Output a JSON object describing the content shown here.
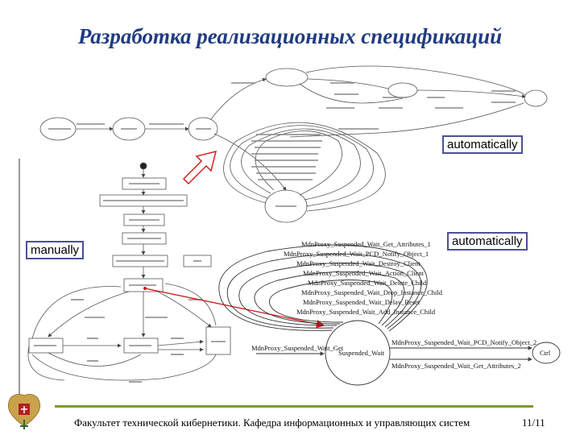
{
  "title": "Разработка реализационных спецификаций",
  "callouts": {
    "auto_top": "automatically",
    "manual": "manually",
    "auto_bottom": "automatically"
  },
  "bottom_diagram": {
    "transitions": [
      "MdnProxy_Suspended_Wait_Get_Attributes_1",
      "MdnProxy_Suspended_Wait_PCD_Notify_Object_1",
      "MdnProxy_Suspended_Wait_Destroy_Client",
      "MdnProxy_Suspended_Wait_Action_Client",
      "MdnProxy_Suspended_Wait_Delete_Child",
      "MdnProxy_Suspended_Wait_Drop_Instance_Child",
      "MdnProxy_Suspended_Wait_Delay_Reset",
      "MdnProxy_Suspended_Wait_Add_Instance_Child"
    ],
    "left_edge": "MdnProxy_Suspended_Wait_Get",
    "right_edges": [
      "MdnProxy_Suspended_Wait_PCD_Notify_Object_2",
      "MdnProxy_Suspended_Wait_Get_Attributes_2"
    ],
    "state_center": "Suspended_Wait",
    "state_right": "Ctrl"
  },
  "footer": {
    "text": "Факультет технической кибернетики. Кафедра информационных и управляющих систем",
    "page": "11/11"
  },
  "colors": {
    "title": "#1f3b82",
    "footer_rule": "#7a9a2e",
    "callout_border": "#4a4f9a",
    "arrow_red": "#d01818"
  }
}
